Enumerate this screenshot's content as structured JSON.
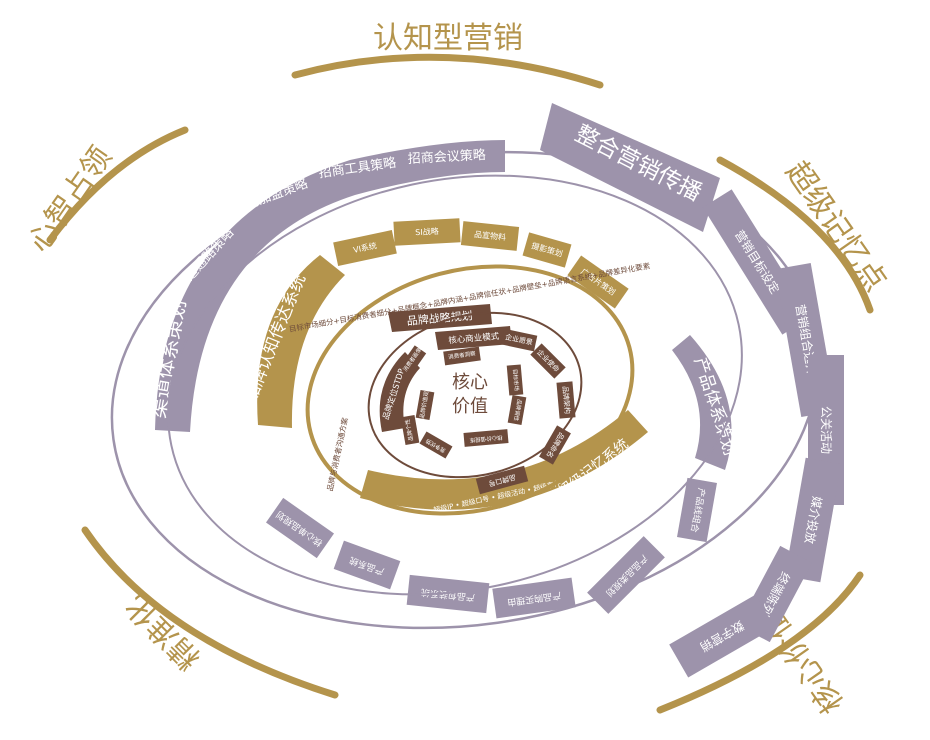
{
  "colors": {
    "gold": "#b4944c",
    "purple": "#9d93ab",
    "brown": "#6e4b3b",
    "white": "#ffffff",
    "ring_line": "#9d93ab"
  },
  "outer_labels": {
    "top": "认知型营销",
    "top_left": "心智占领",
    "right": "超级记忆点",
    "bottom_left": "精准化",
    "bottom_right": "核心价值"
  },
  "integrated": {
    "title": "整合营销传播",
    "items": [
      "营销目标设定",
      "营销组合选择",
      "公关活动",
      "媒介投放",
      "终端陈列",
      "数字营销"
    ]
  },
  "channel": {
    "title": "渠道体系策划",
    "items": [
      "渠道通路策略",
      "招商加盟策略",
      "招商工具策略",
      "招商会议策略"
    ]
  },
  "product": {
    "title": "产品体系策划",
    "items": [
      "产品线组合",
      "产品品类规划",
      "产品购买理由",
      "产品包装系统",
      "产品系统",
      "核心单品规划"
    ]
  },
  "cognition": {
    "title": "品牌认知传达系统",
    "items": [
      "VI系统",
      "SI战略",
      "品宣物料",
      "摄影策划",
      "广告片策划"
    ]
  },
  "memory": {
    "title": "品牌超级记忆系统",
    "items": "超级视觉符号 • 超级色彩 • 超级IP • 超级口号 • 超级活动 • 超级事件"
  },
  "strategy": {
    "title": "品牌战略规划",
    "ring_text": "目标市场细分+目标消费者细分+品牌概念+品牌内涵+品牌信任状+品牌壁垒+品牌语言系统+品牌差异化要素",
    "left_text": "品牌与消费者沟通方案"
  },
  "inner": {
    "business_model": "核心商业模式",
    "stdp": "品牌定位STDP",
    "right_items": [
      "企业愿景",
      "企业使命",
      "品牌架构",
      "品牌命名",
      "品牌口号"
    ],
    "small_items": [
      "消费者洞察",
      "消费者画像",
      "品牌价值观",
      "品牌个性",
      "竞争优势",
      "核心价值提炼",
      "目标市场",
      "品牌调性"
    ]
  },
  "core": {
    "line1": "核心",
    "line2": "价值"
  }
}
